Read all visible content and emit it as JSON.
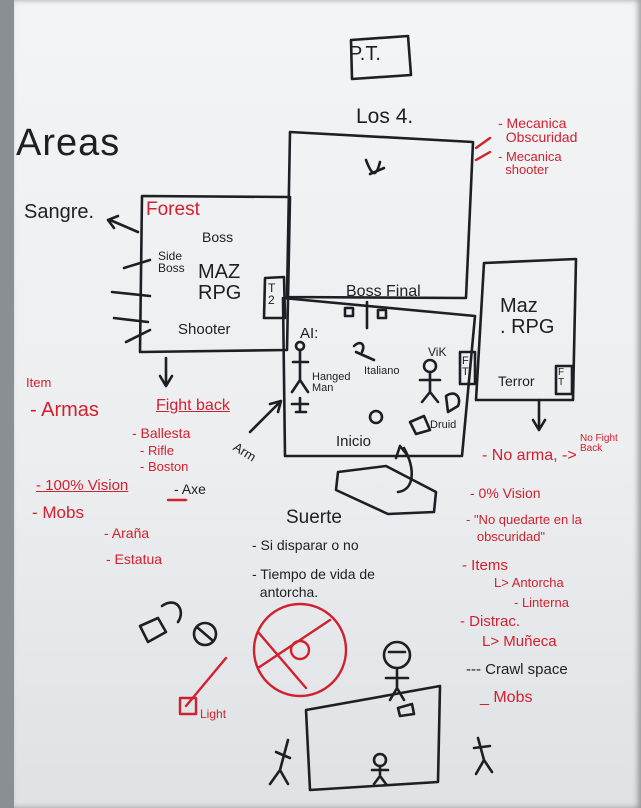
{
  "board": {
    "header_box": "P.T.",
    "areas_title": "Areas",
    "top_room": {
      "title": "Los 4."
    },
    "left_room": {
      "title": "Forest",
      "boss": "Boss",
      "side_boss": "Side\nBoss",
      "rpg": "MAZ\nRPG",
      "shooter": "Shooter",
      "door_label": "T\n2"
    },
    "sangre": "Sangre.",
    "right_room": {
      "rpg": "Maz\n. RPG",
      "terror": "Terror",
      "door_label": "F\nT"
    },
    "center_room": {
      "boss_final": "Boss Final",
      "ai": "AI:",
      "hanged_man": "Hanged\nMan",
      "italiano": "Italiano",
      "vik": "ViK",
      "inicio": "Inicio",
      "druid": "Druid",
      "door_label": "F\nT"
    },
    "arm_label": "Arm",
    "left_notes": {
      "item": "Item",
      "armas": "- Armas",
      "fight_back": "Fight back",
      "ballesta": "- Ballesta",
      "rifle": "- Rifle",
      "boston": "- Boston",
      "vision": "- 100% Vision",
      "axe": "- Axe",
      "mobs": "- Mobs",
      "arania": "- Araña",
      "estatua": "- Estatua"
    },
    "suerte": {
      "title": "Suerte",
      "line1": "- Si disparar o no",
      "line2": "- Tiempo de vida de\n  antorcha."
    },
    "right_notes": {
      "mecanica1": "- Mecanica\n  Obscuridad",
      "mecanica2": "- Mecanica\n  shooter",
      "no_arma": "- No arma, ->",
      "no_fight_back": "No Fight\nBack",
      "vision0": "- 0% Vision",
      "no_quedarte": "- \"No quedarte en la\n   obscuridad\"",
      "items": "- Items",
      "antorcha": "L> Antorcha",
      "linterna": "- Linterna",
      "distrac": "- Distrac.",
      "muneca": "L> Muñeca",
      "crawl": "--- Crawl space",
      "mobs": "_ Mobs"
    },
    "light_label": "Light"
  },
  "colors": {
    "ink_black": "#1d1f24",
    "ink_red": "#d2202e",
    "board": "#eef0f2",
    "frame": "#8a8f94"
  }
}
